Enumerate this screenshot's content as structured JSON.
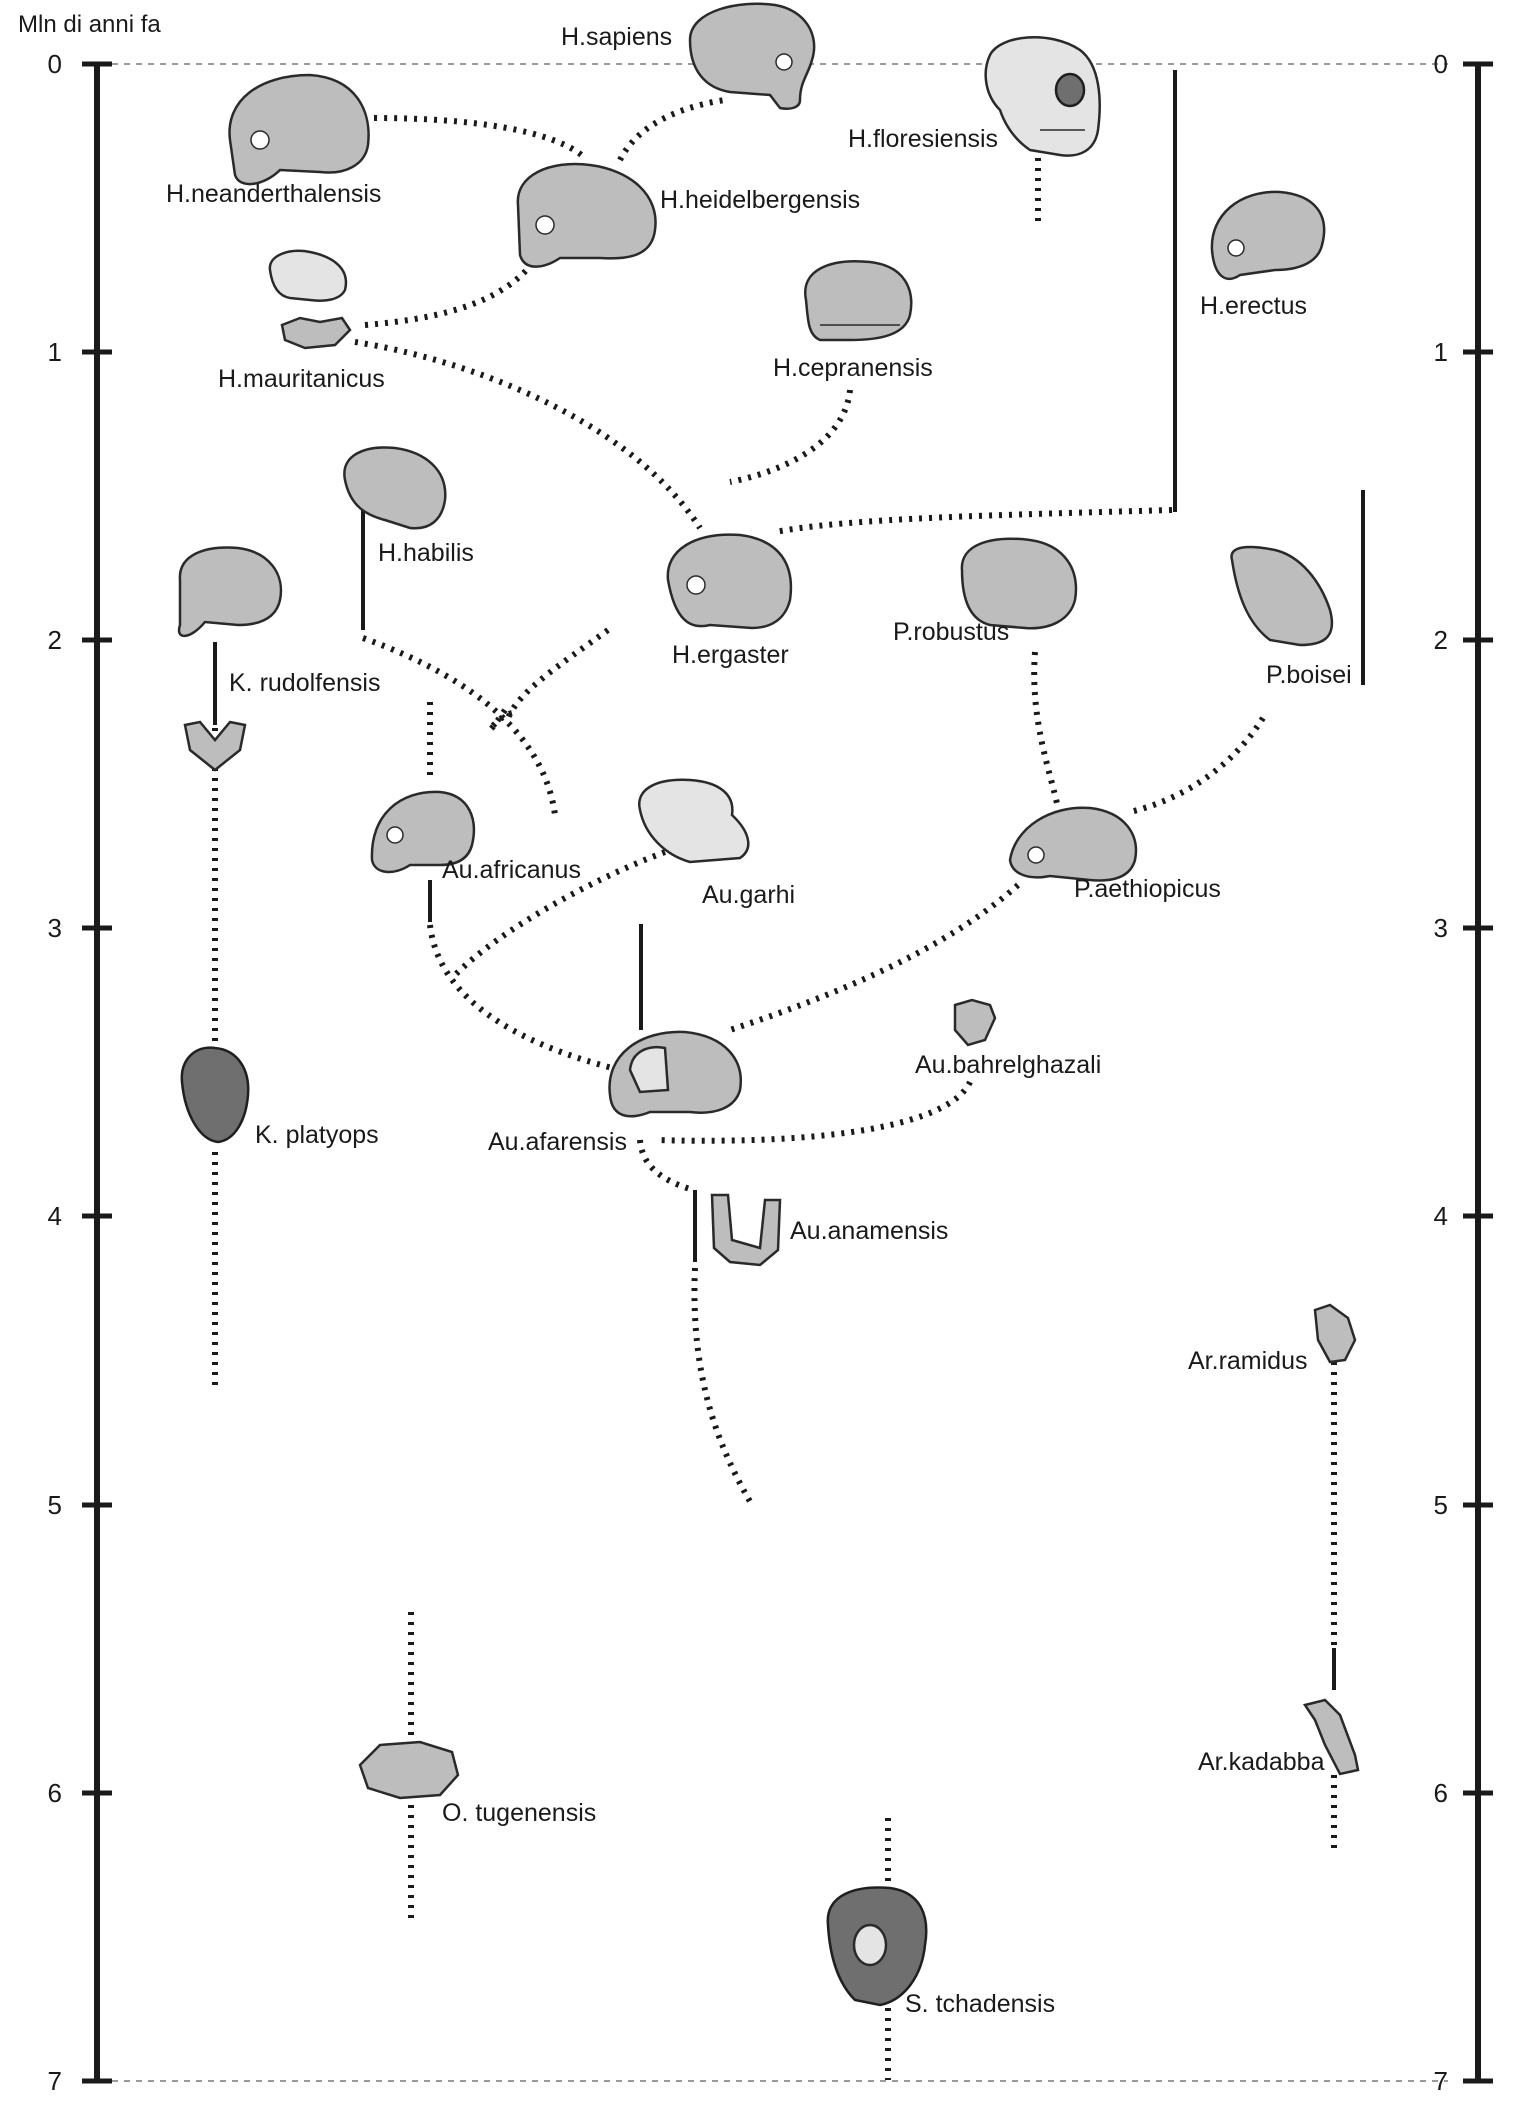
{
  "axis": {
    "unit_label": "Mln di anni fa",
    "ticks": [
      "0",
      "1",
      "2",
      "3",
      "4",
      "5",
      "6",
      "7"
    ]
  },
  "taxa": [
    {
      "id": "h-sapiens",
      "label": "H.sapiens"
    },
    {
      "id": "h-floresiensis",
      "label": "H.floresiensis"
    },
    {
      "id": "h-neanderthalensis",
      "label": "H.neanderthalensis"
    },
    {
      "id": "h-heidelbergensis",
      "label": "H.heidelbergensis"
    },
    {
      "id": "h-erectus",
      "label": "H.erectus"
    },
    {
      "id": "h-mauritanicus",
      "label": "H.mauritanicus"
    },
    {
      "id": "h-cepranensis",
      "label": "H.cepranensis"
    },
    {
      "id": "h-habilis",
      "label": "H.habilis"
    },
    {
      "id": "h-ergaster",
      "label": "H.ergaster"
    },
    {
      "id": "p-robustus",
      "label": "P.robustus"
    },
    {
      "id": "p-boisei",
      "label": "P.boisei"
    },
    {
      "id": "k-rudolfensis",
      "label": "K. rudolfensis"
    },
    {
      "id": "au-africanus",
      "label": "Au.africanus"
    },
    {
      "id": "au-garhi",
      "label": "Au.garhi"
    },
    {
      "id": "p-aethiopicus",
      "label": "P.aethiopicus"
    },
    {
      "id": "au-bahrelghazali",
      "label": "Au.bahrelghazali"
    },
    {
      "id": "k-platyops",
      "label": "K. platyops"
    },
    {
      "id": "au-afarensis",
      "label": "Au.afarensis"
    },
    {
      "id": "au-anamensis",
      "label": "Au.anamensis"
    },
    {
      "id": "ar-ramidus",
      "label": "Ar.ramidus"
    },
    {
      "id": "ar-kadabba",
      "label": "Ar.kadabba"
    },
    {
      "id": "o-tugenensis",
      "label": "O. tugenensis"
    },
    {
      "id": "s-tchadensis",
      "label": "S. tchadensis"
    }
  ]
}
